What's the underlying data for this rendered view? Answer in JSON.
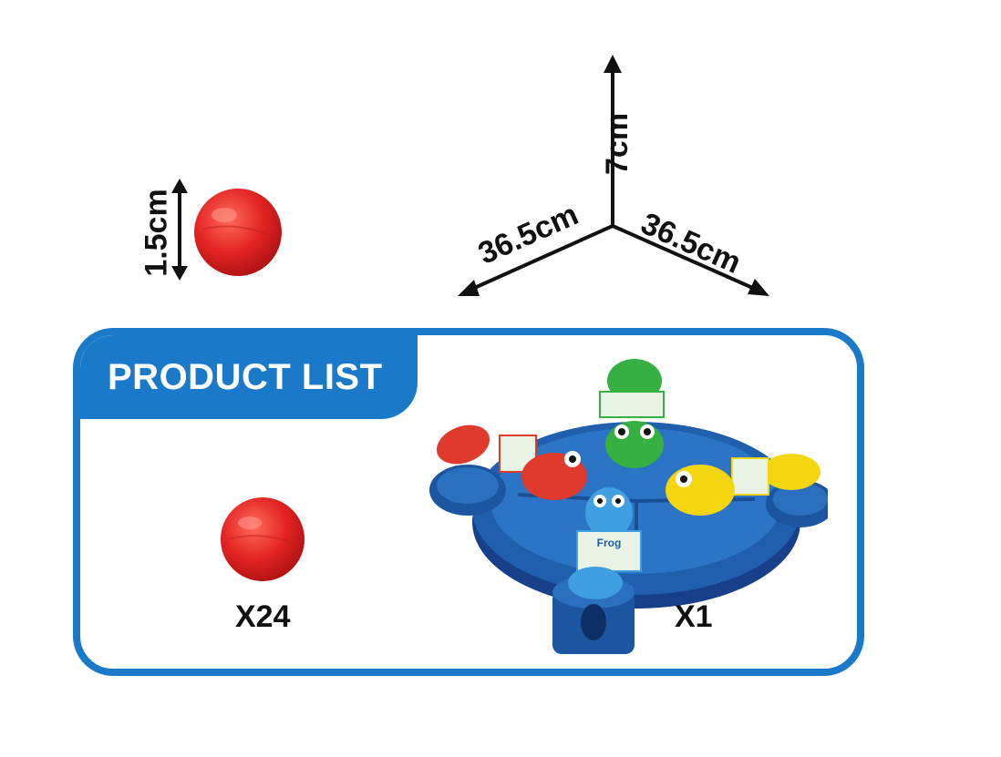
{
  "dimensions": {
    "ball_diameter": "1.5cm",
    "height": "7cm",
    "depth": "36.5cm",
    "width": "36.5cm"
  },
  "product_list": {
    "title": "PRODUCT LIST",
    "items": [
      {
        "name": "ball",
        "quantity": "X24",
        "color": "#e32323"
      },
      {
        "name": "frog-game-board",
        "quantity": "X1",
        "color": "#1f5fae",
        "card_text": "Frog"
      }
    ]
  },
  "colors": {
    "accent": "#1a7ac9",
    "ball": "#e32323",
    "board": "#1f5fae",
    "frog_green": "#35b041",
    "frog_red": "#e03a2c",
    "frog_yellow": "#f3d60f",
    "frog_blue": "#3f9fe0"
  }
}
